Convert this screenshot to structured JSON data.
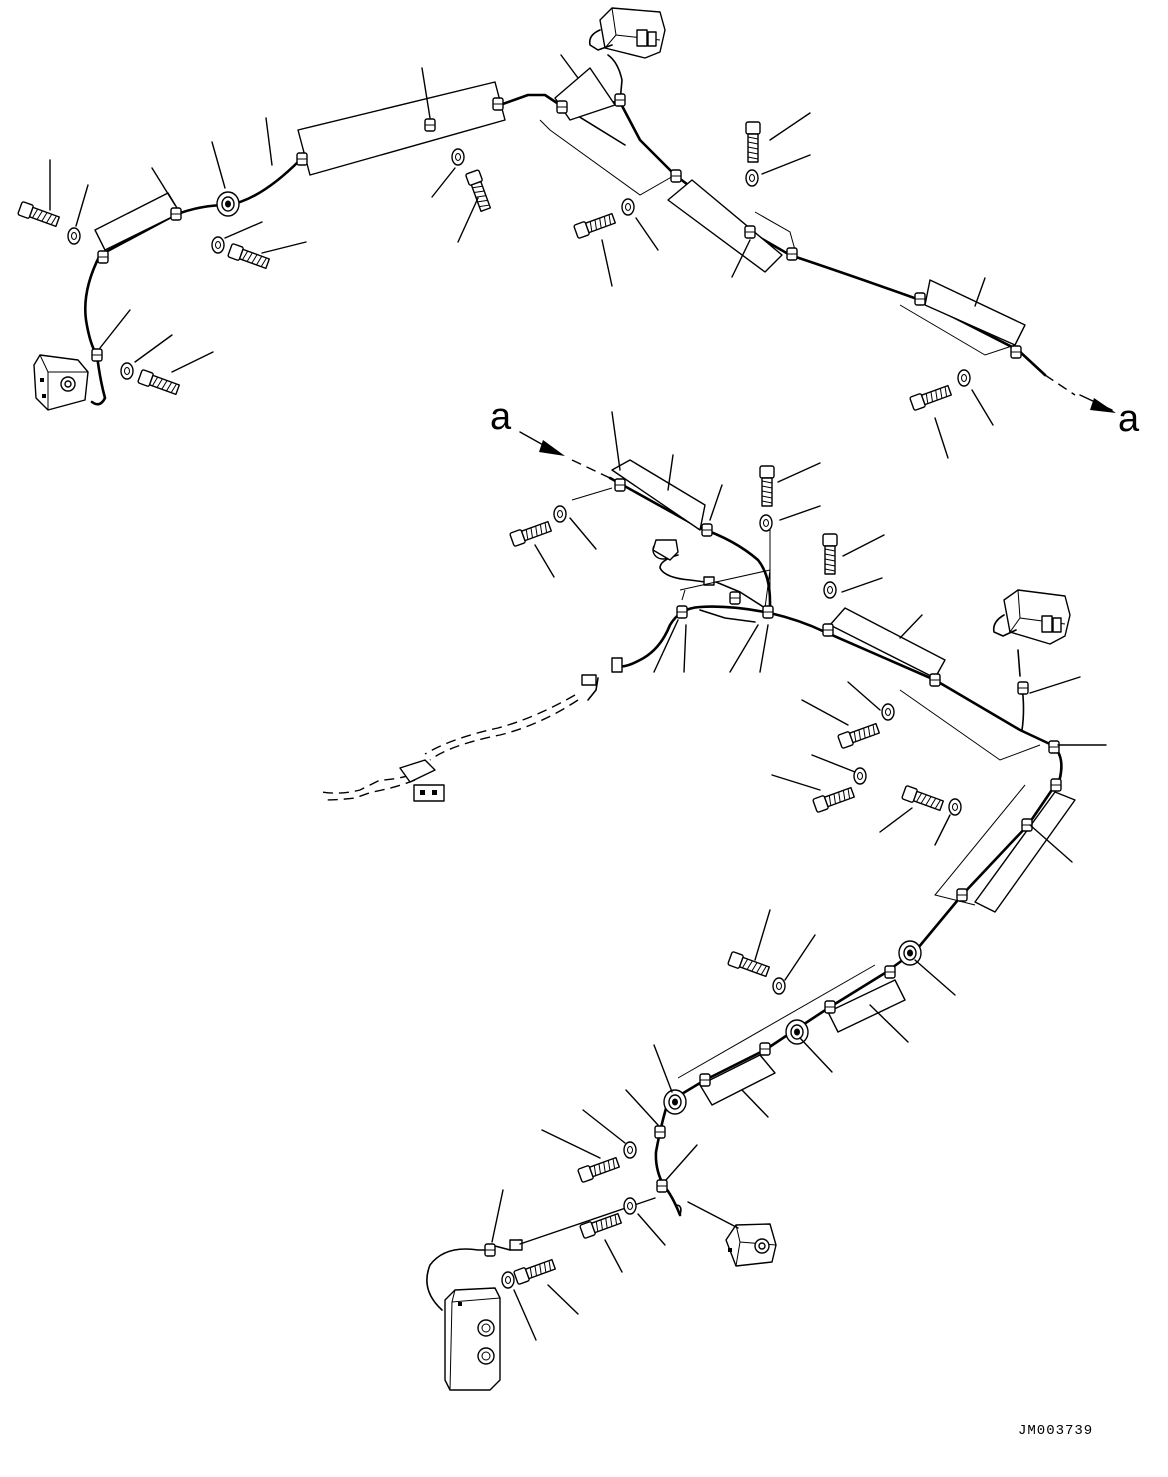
{
  "diagram": {
    "ref_letter_left": "a",
    "ref_letter_right": "a",
    "drawing_code": "JM003739"
  }
}
